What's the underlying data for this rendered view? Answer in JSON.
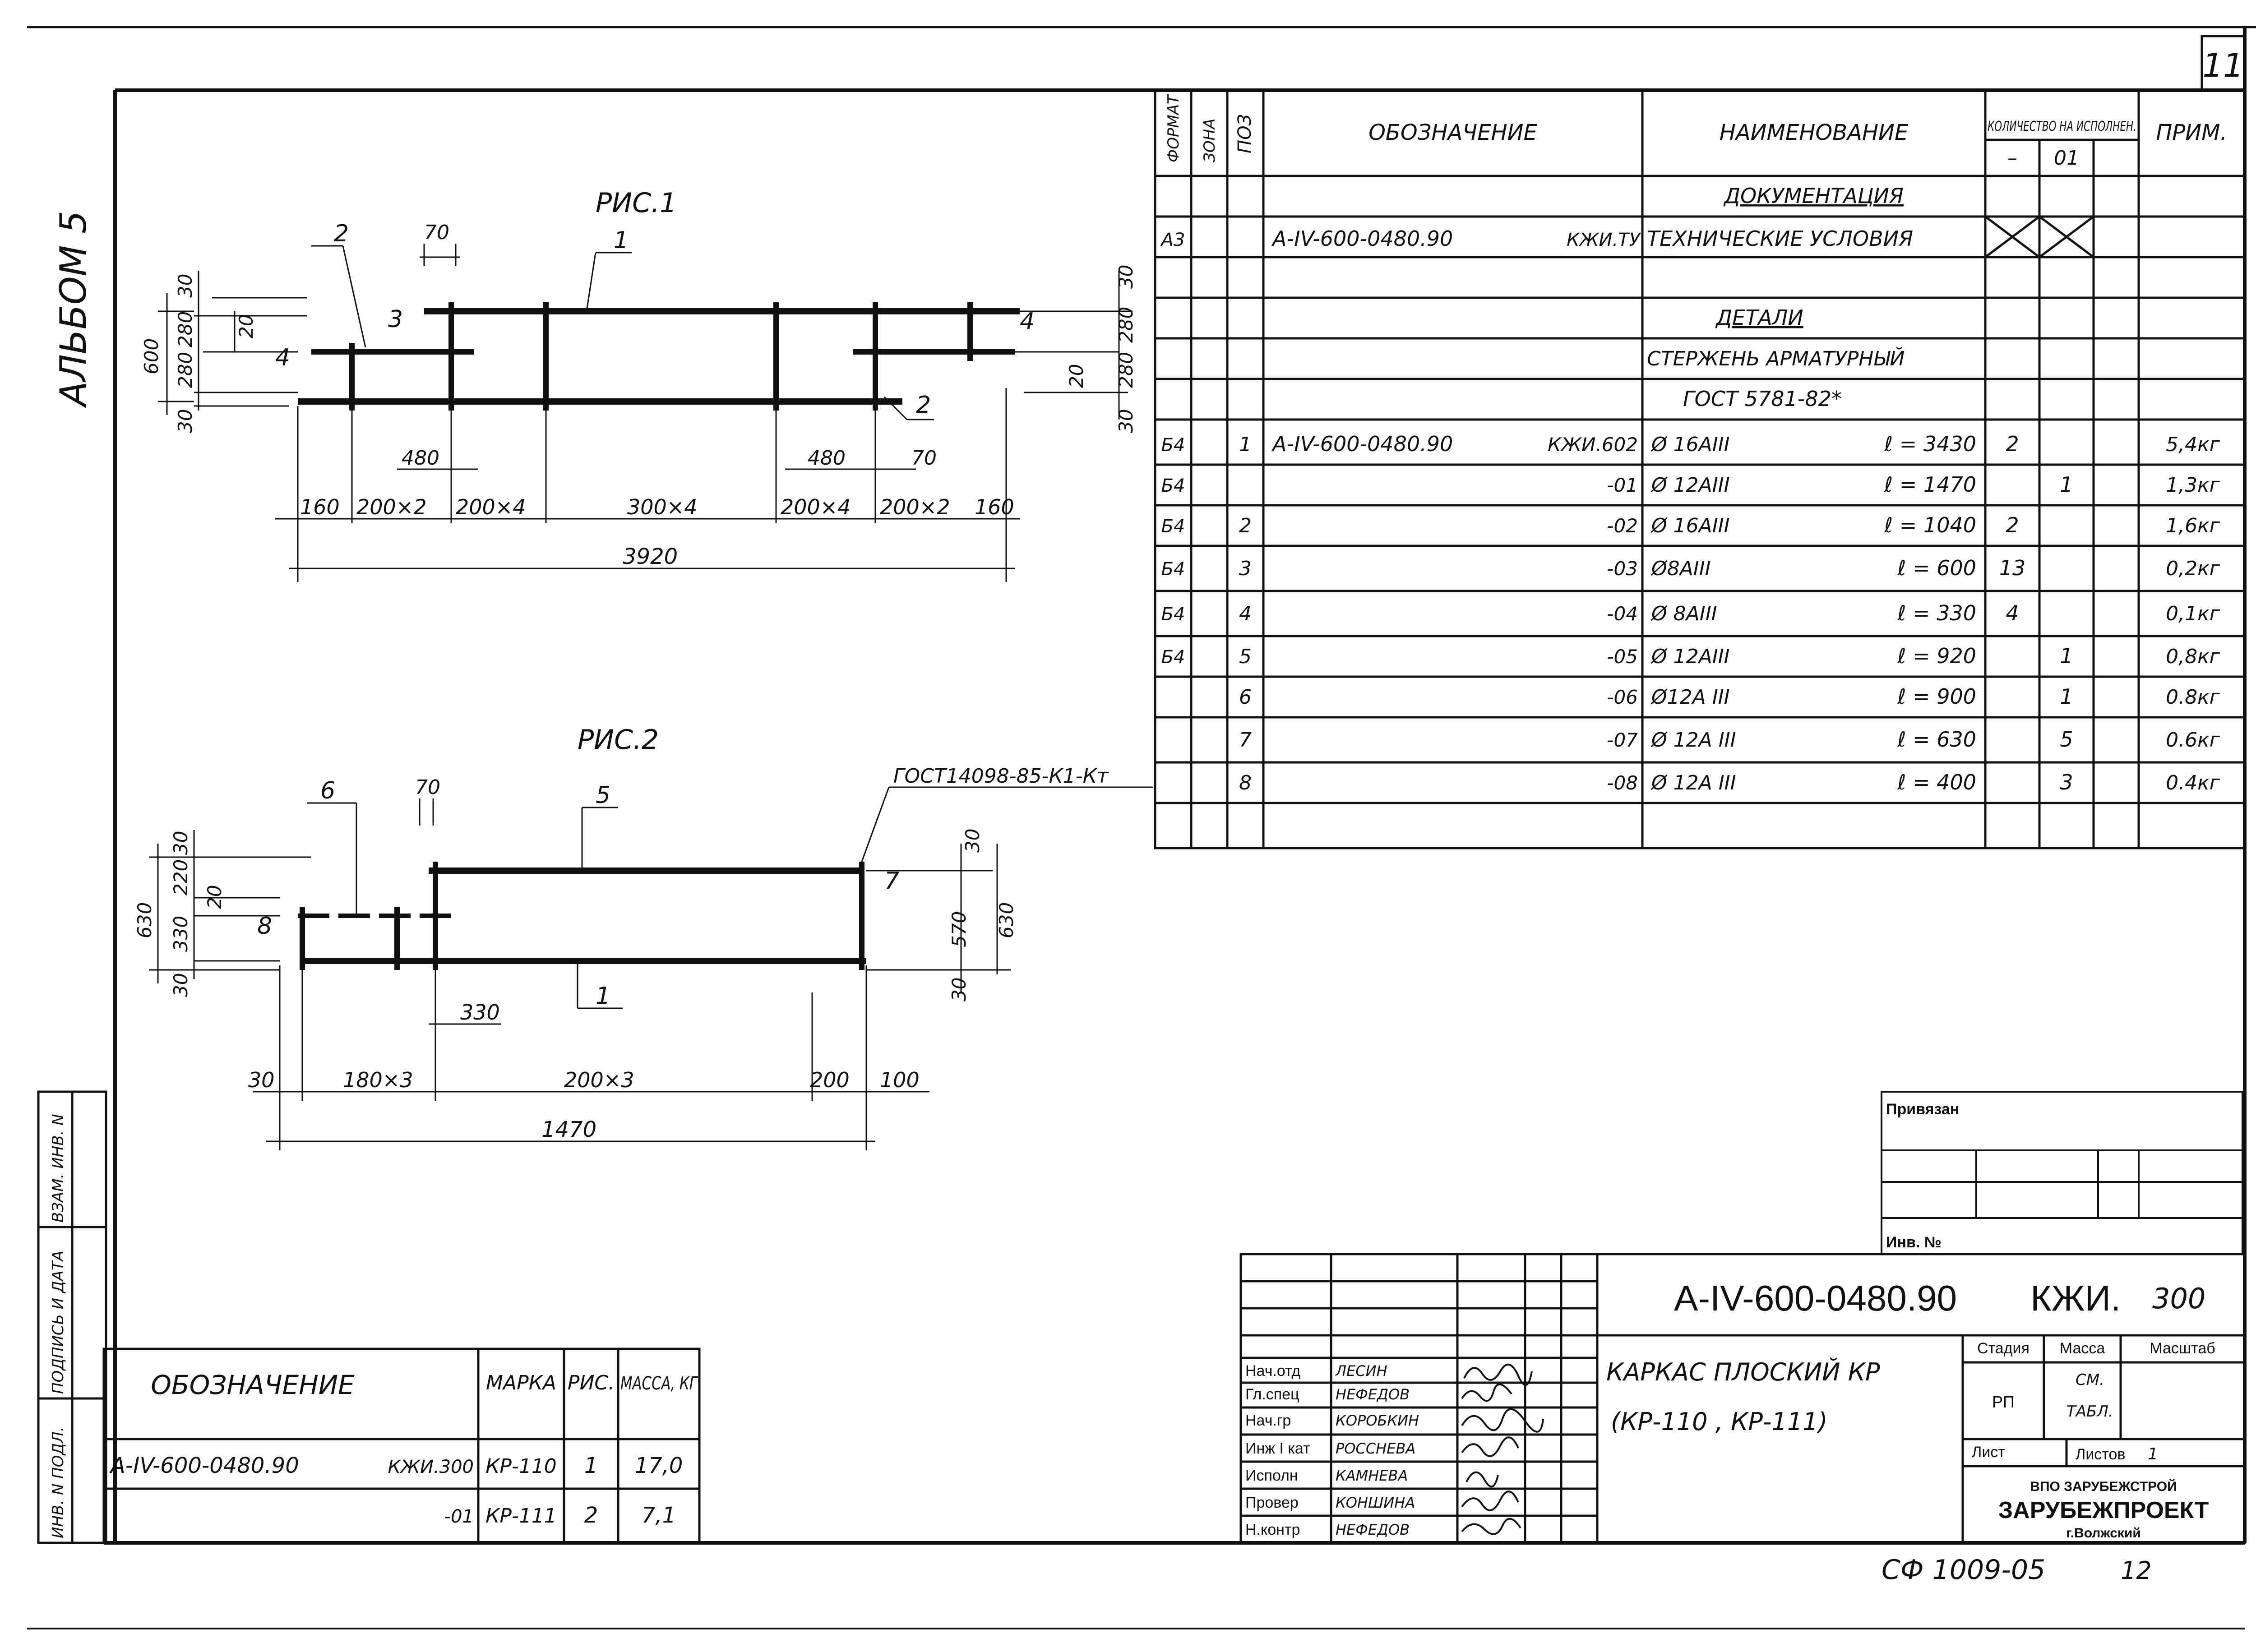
{
  "sheet": {
    "sheet_number": "11",
    "album": "АЛЬБОМ 5",
    "bottom_code": "СФ 1009-05",
    "bottom_code_num": "12"
  },
  "figures": {
    "fig1": {
      "title": "РИС.1",
      "pos_labels": [
        "2",
        "1",
        "3",
        "4",
        "4",
        "2"
      ],
      "dims": {
        "d70": "70",
        "d30a": "30",
        "d280a": "280",
        "d20a": "20",
        "d600": "600",
        "d280b": "280",
        "d30b": "30",
        "d30r1": "30",
        "d280r1": "280",
        "d20r": "20",
        "d280r2": "280",
        "d30r2": "30",
        "d480a": "480",
        "d480b": "480",
        "d70b": "70",
        "chain": [
          "160",
          "200×2",
          "200×4",
          "300×4",
          "200×4",
          "200×2",
          "160"
        ],
        "total": "3920"
      }
    },
    "fig2": {
      "title": "РИС.2",
      "pos_labels": [
        "6",
        "5",
        "8",
        "7",
        "1"
      ],
      "weld_note": "ГОСТ14098-85-К1-Кт",
      "dims": {
        "d70": "70",
        "d30a": "30",
        "d220": "220",
        "d20": "20",
        "d630a": "630",
        "d330a": "330",
        "d30b": "30",
        "d30r1": "30",
        "d570": "570",
        "d630r": "630",
        "d30r2": "30",
        "d330b": "330",
        "chain": [
          "30",
          "180×3",
          "200×3",
          "200",
          "100"
        ],
        "total": "1470"
      }
    }
  },
  "spec_table": {
    "headers": {
      "format": "ФОРМАТ",
      "zone": "ЗОНА",
      "pos": "ПОЗ",
      "designation": "ОБОЗНАЧЕНИЕ",
      "name": "НАИМЕНОВАНИЕ",
      "qty": "КОЛИЧЕСТВО НА ИСПОЛНЕН.",
      "qty_col1": "–",
      "qty_col2": "01",
      "note": "ПРИМ."
    },
    "section_docs": "ДОКУМЕНТАЦИЯ",
    "doc_row": {
      "format": "А3",
      "designation": "А-IV-600-0480.90",
      "code": "КЖИ.ТУ",
      "name": "ТЕХНИЧЕСКИЕ УСЛОВИЯ"
    },
    "section_parts": "ДЕТАЛИ",
    "parts_name_1": "СТЕРЖЕНЬ АРМАТУРНЫЙ",
    "parts_name_2": "ГОСТ 5781-82*",
    "rows": [
      {
        "format": "Б4",
        "pos": "1",
        "designation": "А-IV-600-0480.90",
        "code": "КЖИ.602",
        "bar": "Ø 16АIII",
        "len": "ℓ = 3430",
        "q1": "2",
        "q2": "",
        "note": "5,4кг"
      },
      {
        "format": "Б4",
        "pos": "",
        "designation": "",
        "code": "-01",
        "bar": "Ø 12АIII",
        "len": "ℓ = 1470",
        "q1": "",
        "q2": "1",
        "note": "1,3кг"
      },
      {
        "format": "Б4",
        "pos": "2",
        "designation": "",
        "code": "-02",
        "bar": "Ø 16АIII",
        "len": "ℓ = 1040",
        "q1": "2",
        "q2": "",
        "note": "1,6кг"
      },
      {
        "format": "Б4",
        "pos": "3",
        "designation": "",
        "code": "-03",
        "bar": "Ø8АIII",
        "len": "ℓ = 600",
        "q1": "13",
        "q2": "",
        "note": "0,2кг"
      },
      {
        "format": "Б4",
        "pos": "4",
        "designation": "",
        "code": "-04",
        "bar": "Ø 8АIII",
        "len": "ℓ = 330",
        "q1": "4",
        "q2": "",
        "note": "0,1кг"
      },
      {
        "format": "Б4",
        "pos": "5",
        "designation": "",
        "code": "-05",
        "bar": "Ø 12АIII",
        "len": "ℓ = 920",
        "q1": "",
        "q2": "1",
        "note": "0,8кг"
      },
      {
        "format": "",
        "pos": "6",
        "designation": "",
        "code": "-06",
        "bar": "Ø12А III",
        "len": "ℓ = 900",
        "q1": "",
        "q2": "1",
        "note": "0.8кг"
      },
      {
        "format": "",
        "pos": "7",
        "designation": "",
        "code": "-07",
        "bar": "Ø 12А III",
        "len": "ℓ = 630",
        "q1": "",
        "q2": "5",
        "note": "0.6кг"
      },
      {
        "format": "",
        "pos": "8",
        "designation": "",
        "code": "-08",
        "bar": "Ø 12А III",
        "len": "ℓ = 400",
        "q1": "",
        "q2": "3",
        "note": "0.4кг"
      }
    ]
  },
  "mark_table": {
    "headers": {
      "designation": "ОБОЗНАЧЕНИЕ",
      "mark": "МАРКА",
      "fig": "РИС.",
      "mass": "МАССА, КГ"
    },
    "rows": [
      {
        "designation": "А-IV-600-0480.90",
        "code": "КЖИ.300",
        "mark": "КР-110",
        "fig": "1",
        "mass": "17,0"
      },
      {
        "designation": "",
        "code": "-01",
        "mark": "КР-111",
        "fig": "2",
        "mass": "7,1"
      }
    ]
  },
  "side_stamp": {
    "label1": "ИНВ. N ПОДЛ.",
    "label2": "ПОДПИСЬ И ДАТА",
    "label3": "ВЗАМ. ИНВ. N"
  },
  "attach_box": {
    "title": "Привязан",
    "inv": "Инв. №"
  },
  "title_block": {
    "doc_number": "А-IV-600-0480.90",
    "doc_code": "КЖИ.",
    "doc_code_num": "300",
    "title_line1": "КАРКАС ПЛОСКИЙ КР",
    "title_line2": "(КР-110 , КР-111)",
    "stage_label": "Стадия",
    "mass_label": "Масса",
    "scale_label": "Масштаб",
    "stage": "РП",
    "mass_value_1": "СМ.",
    "mass_value_2": "ТАБЛ.",
    "sheet_label": "Лист",
    "sheets_label": "Листов",
    "sheets": "1",
    "org_1": "ВПО ЗАРУБЕЖСТРОЙ",
    "org_2": "ЗАРУБЕЖПРОЕКТ",
    "org_3": "г.Волжский",
    "signers": [
      {
        "role": "Нач.отд",
        "name": "ЛЕСИН"
      },
      {
        "role": "Гл.спец",
        "name": "НЕФЕДОВ"
      },
      {
        "role": "Нач.гр",
        "name": "КОРОБКИН"
      },
      {
        "role": "Инж I кат",
        "name": "РОССНЕВА"
      },
      {
        "role": "Исполн",
        "name": "КАМНЕВА"
      },
      {
        "role": "Провер",
        "name": "КОНШИНА"
      },
      {
        "role": "Н.контр",
        "name": "НЕФЕДОВ"
      }
    ]
  }
}
